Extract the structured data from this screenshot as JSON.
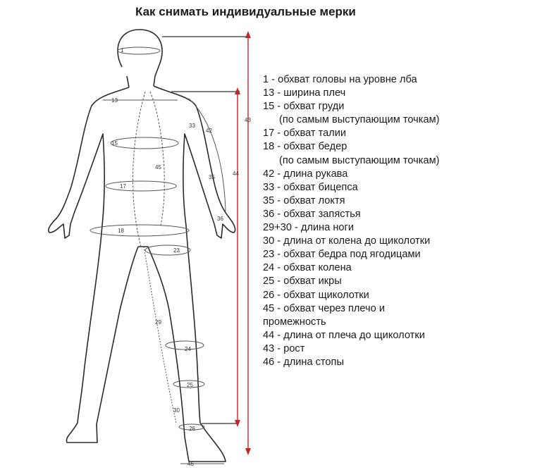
{
  "title": "Как снимать индивидуальные мерки",
  "legend": [
    "1 - обхват головы на уровне лба",
    "13 - ширина плеч",
    "15 - обхват груди",
    "(по самым выступающим точкам)",
    "17 - обхват талии",
    "18 - обхват бедер",
    "(по самым выступающим точкам)",
    "42 - длина рукава",
    "33 - обхват бицепса",
    "35 - обхват локтя",
    "36 - обхват запястья",
    "29+30 - длина ноги",
    "30 - длина от колена до щиколотки",
    "23 - обхват бедра под ягодицами",
    "24 - обхват колена",
    "25 - обхват икры",
    "26 - обхват щиколотки",
    "45 - обхват через плечо и",
    "промежность",
    "44 - длина от плеча до щиколотки",
    "43 - рост",
    "46 - длина стопы"
  ],
  "figure_labels": {
    "m1": "1",
    "m13": "13",
    "m15": "15",
    "m17": "17",
    "m18": "18",
    "m23": "23",
    "m24": "24",
    "m25": "25",
    "m26": "26",
    "m29": "29",
    "m30": "30",
    "m33": "33",
    "m35": "35",
    "m36": "36",
    "m42": "42",
    "m43": "43",
    "m44": "44",
    "m45": "45",
    "m46": "46"
  },
  "colors": {
    "outline": "#2a2a2a",
    "measure": "#555555",
    "accent_red": "#cc2222"
  }
}
